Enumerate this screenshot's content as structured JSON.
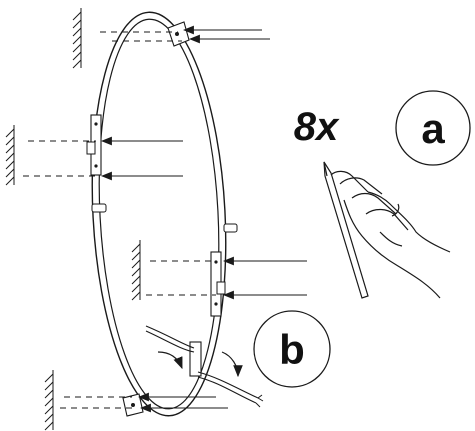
{
  "figure": {
    "quantity_label": "8x",
    "step_a_label": "a",
    "step_b_label": "b"
  },
  "colors": {
    "ink": "#1a1a1a",
    "paper": "#ffffff"
  },
  "icons": {
    "hand": "hand-holding-pencil-icon",
    "wall": "wall-hatch-icon",
    "cable": "cable-icon"
  }
}
